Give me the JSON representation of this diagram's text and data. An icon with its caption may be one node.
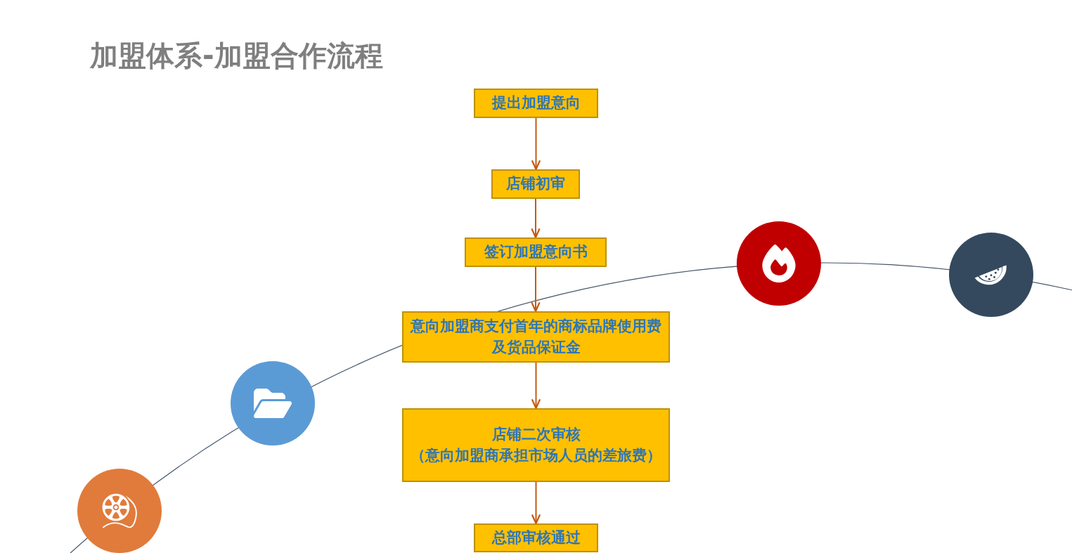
{
  "diagram": {
    "title": "加盟体系-加盟合作流程",
    "nodes": [
      {
        "text": [
          "提出加盟意向"
        ]
      },
      {
        "text": [
          "店铺初审"
        ]
      },
      {
        "text": [
          "签订加盟意向书"
        ]
      },
      {
        "text": [
          "意向加盟商支付首年的商标品牌使用费及货品保证金"
        ]
      },
      {
        "text": [
          "店铺二次审核",
          "（意向加盟商承担市场人员的差旅费）"
        ]
      },
      {
        "text": [
          "总部审核通过"
        ]
      }
    ],
    "edges": [
      {
        "from": 0,
        "to": 1,
        "arrow": "to"
      },
      {
        "from": 1,
        "to": 2,
        "arrow": "to"
      },
      {
        "from": 2,
        "to": 3,
        "arrow": "to"
      },
      {
        "from": 3,
        "to": 4,
        "arrow": "to"
      },
      {
        "from": 4,
        "to": 5,
        "arrow": "to"
      }
    ]
  }
}
